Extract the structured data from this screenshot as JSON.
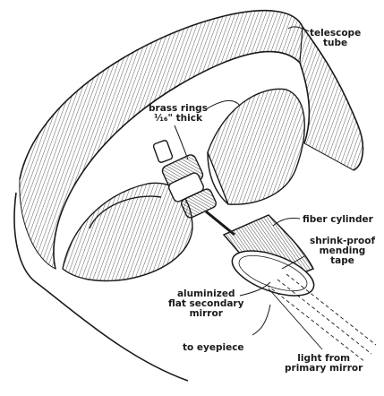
{
  "labels": {
    "telescope_tube": [
      "telescope",
      "tube"
    ],
    "brass_rings": [
      "brass rings",
      "¹⁄₁₆\" thick"
    ],
    "fiber_cylinder": "fiber cylinder",
    "shrink_proof_tape": [
      "shrink-proof",
      "mending",
      "tape"
    ],
    "secondary_mirror": [
      "aluminized",
      "flat secondary",
      "mirror"
    ],
    "eyepiece": "to eyepiece",
    "primary_light": [
      "light from",
      "primary mirror"
    ]
  },
  "colors": {
    "ink": "#1a1a1a",
    "paper": "#ffffff"
  }
}
